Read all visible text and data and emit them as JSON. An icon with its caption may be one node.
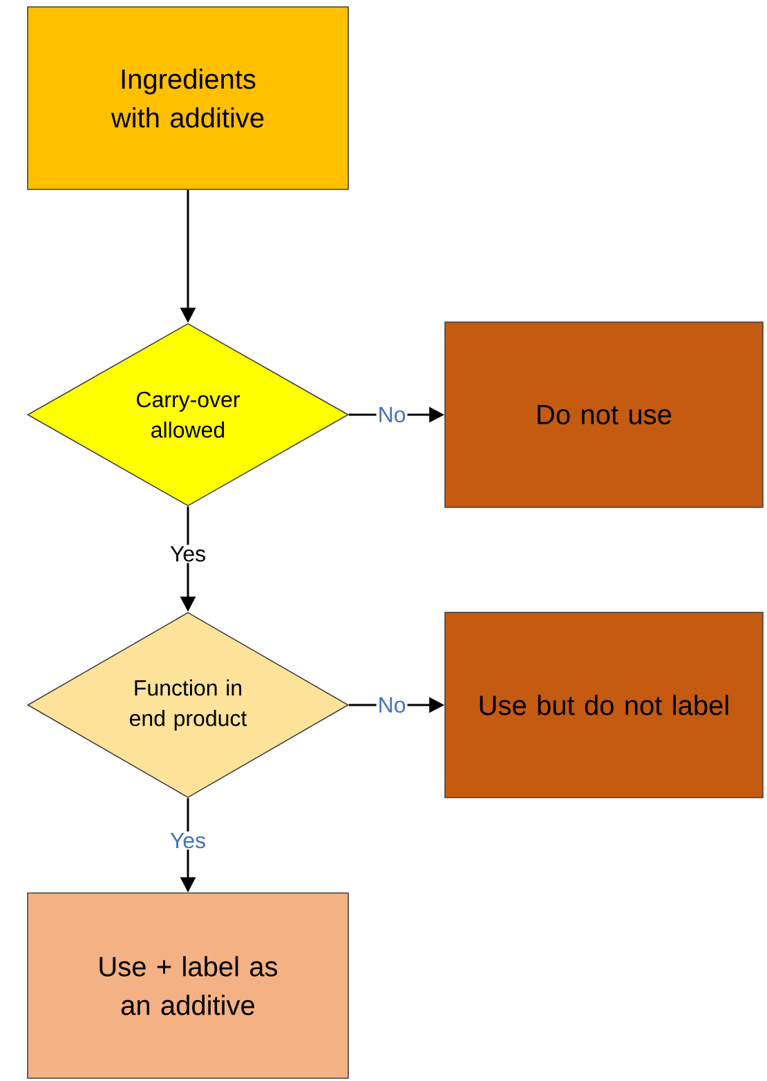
{
  "diagram": {
    "nodes": [
      {
        "text": [
          "Ingredients with additive"
        ]
      },
      {
        "text": [
          "Carry-over allowed"
        ]
      },
      {
        "text": [
          "Do not use"
        ]
      },
      {
        "text": [
          "Function in end product"
        ]
      },
      {
        "text": [
          "Use but do not label"
        ]
      },
      {
        "text": [
          "Use + label as an additive"
        ]
      }
    ],
    "edges": [
      {
        "from": 0,
        "to": 1,
        "arrow": "to"
      },
      {
        "from": 1,
        "to": 2,
        "arrow": "to",
        "label": "No"
      },
      {
        "from": 1,
        "to": 3,
        "arrow": "to",
        "label": "Yes"
      },
      {
        "from": 3,
        "to": 4,
        "arrow": "to",
        "label": "No"
      },
      {
        "from": 3,
        "to": 5,
        "arrow": "to",
        "label": "Yes"
      }
    ]
  }
}
